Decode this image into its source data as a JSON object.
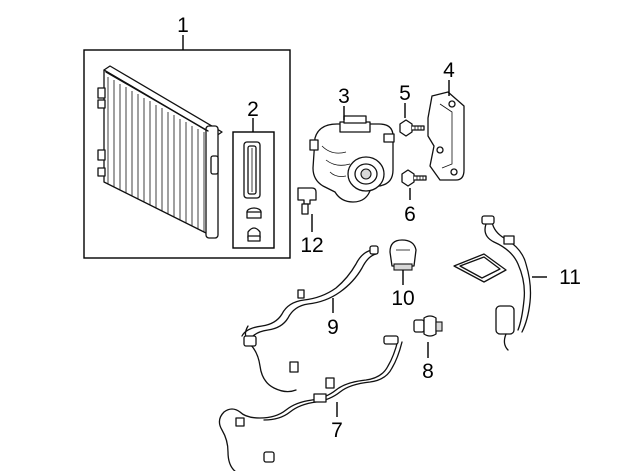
{
  "callouts": {
    "c1": "1",
    "c2": "2",
    "c3": "3",
    "c4": "4",
    "c5": "5",
    "c6": "6",
    "c7": "7",
    "c8": "8",
    "c9": "9",
    "c10": "10",
    "c11": "11",
    "c12": "12"
  },
  "parts": [
    {
      "callout": "1",
      "icon": "condenser-icon"
    },
    {
      "callout": "2",
      "icon": "receiver-drier-kit-icon"
    },
    {
      "callout": "3",
      "icon": "compressor-icon"
    },
    {
      "callout": "4",
      "icon": "mounting-bracket-icon"
    },
    {
      "callout": "5",
      "icon": "bolt-icon"
    },
    {
      "callout": "6",
      "icon": "bolt-icon"
    },
    {
      "callout": "7",
      "icon": "discharge-hose-icon"
    },
    {
      "callout": "8",
      "icon": "pressure-switch-icon"
    },
    {
      "callout": "9",
      "icon": "liquid-line-icon"
    },
    {
      "callout": "10",
      "icon": "expansion-valve-icon"
    },
    {
      "callout": "11",
      "icon": "suction-hose-icon"
    },
    {
      "callout": "12",
      "icon": "sensor-connector-icon"
    }
  ]
}
